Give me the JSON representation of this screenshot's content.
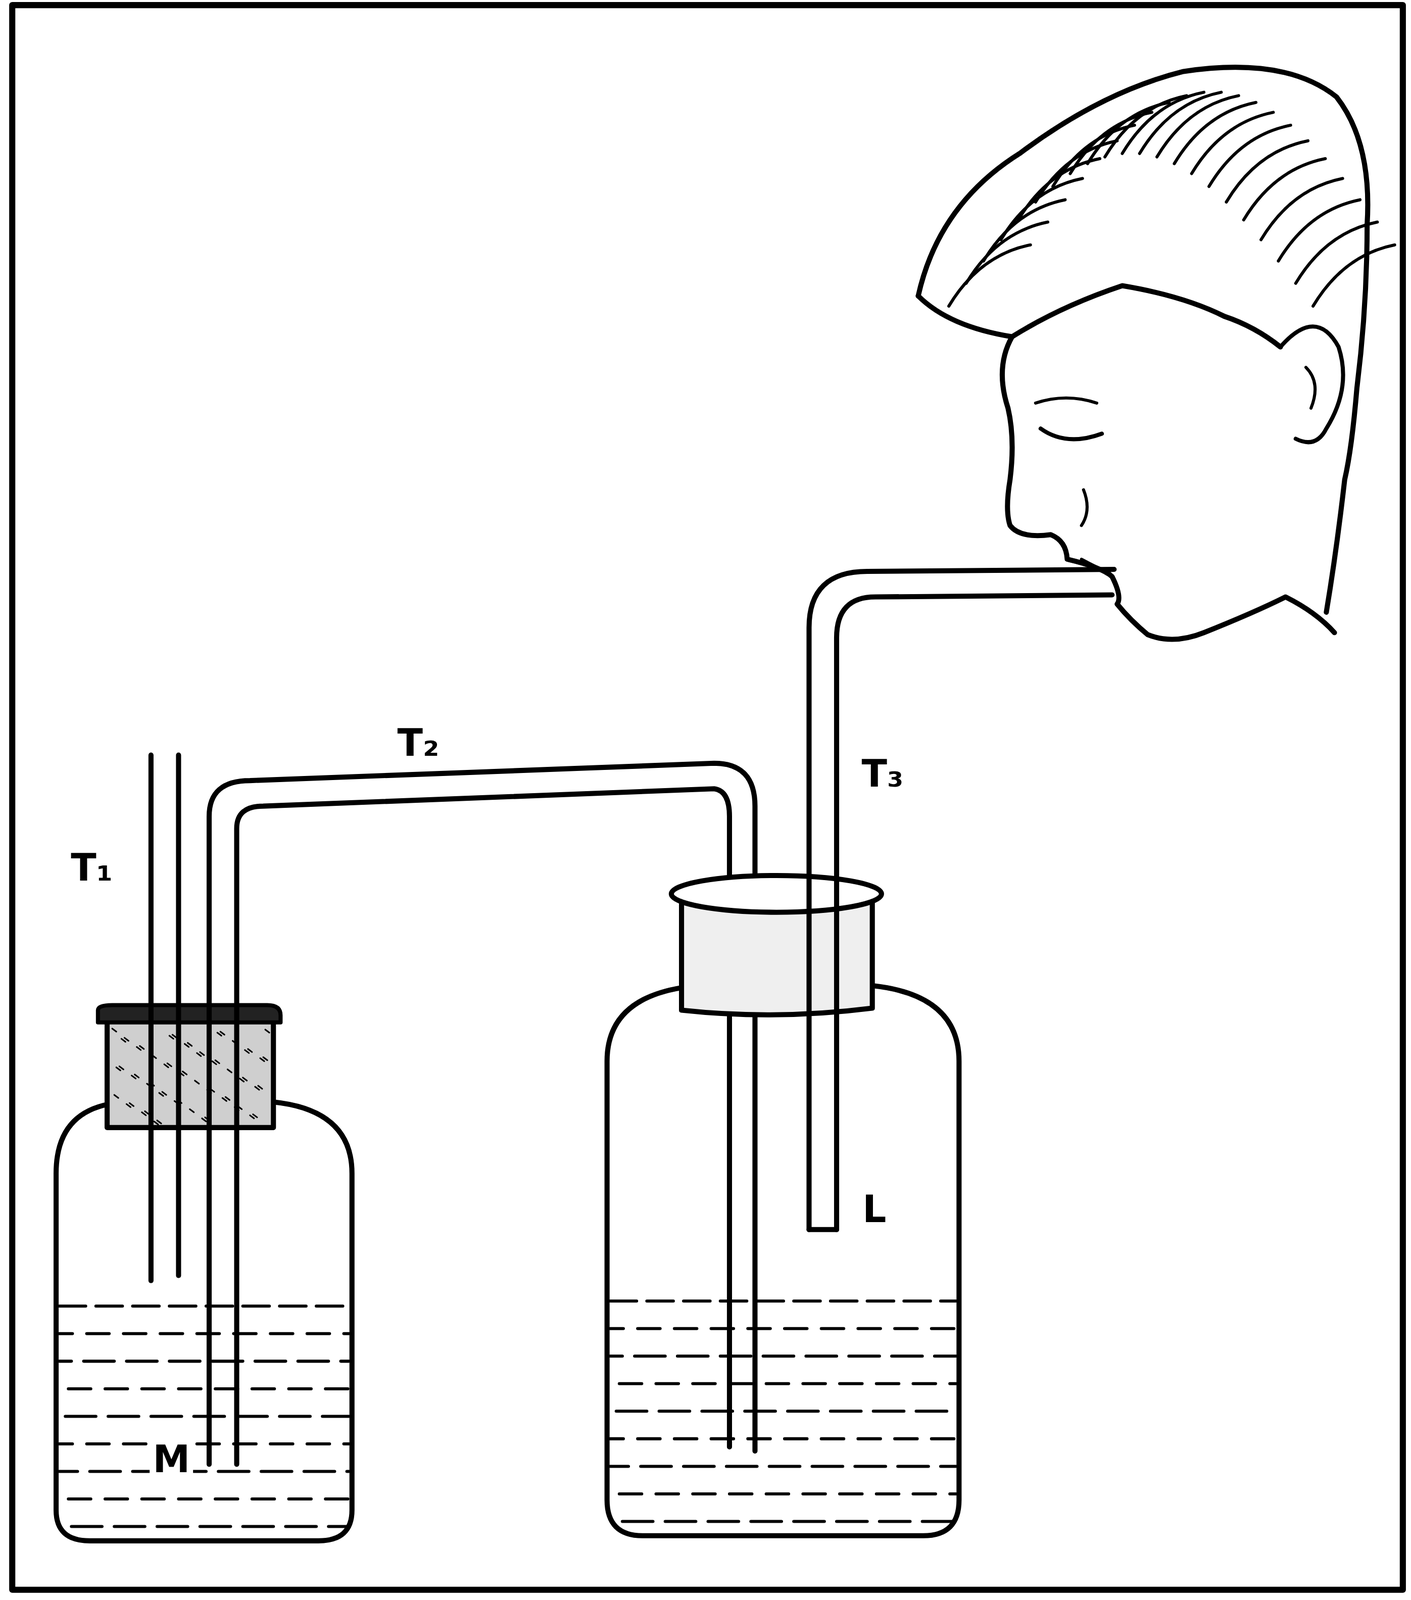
{
  "diagram": {
    "labels": [
      "T₁",
      "T₂",
      "T₃",
      "L",
      "M"
    ]
  }
}
